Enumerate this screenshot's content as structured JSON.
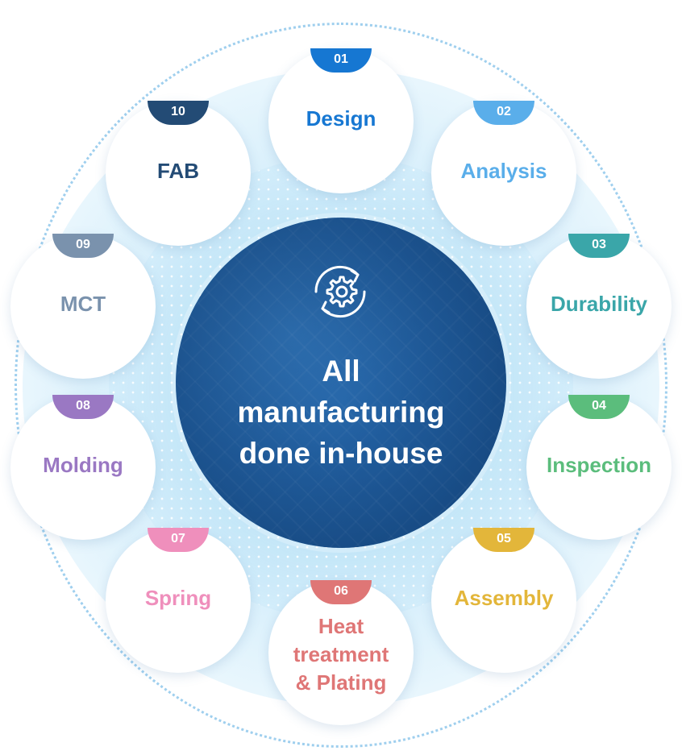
{
  "center": {
    "title": "All\nmanufacturing\ndone in-house",
    "icon": "gear-cycle-icon"
  },
  "steps": [
    {
      "number": "01",
      "label": "Design",
      "color": "#1677d2"
    },
    {
      "number": "02",
      "label": "Analysis",
      "color": "#5aaeea"
    },
    {
      "number": "03",
      "label": "Durability",
      "color": "#3aa6a9"
    },
    {
      "number": "04",
      "label": "Inspection",
      "color": "#5bbd7c"
    },
    {
      "number": "05",
      "label": "Assembly",
      "color": "#e3b63a"
    },
    {
      "number": "06",
      "label": "Heat\ntreatment\n& Plating",
      "color": "#df7676"
    },
    {
      "number": "07",
      "label": "Spring",
      "color": "#ef8fbc"
    },
    {
      "number": "08",
      "label": "Molding",
      "color": "#9a78c3"
    },
    {
      "number": "09",
      "label": "MCT",
      "color": "#7a92ad"
    },
    {
      "number": "10",
      "label": "FAB",
      "color": "#234b75"
    }
  ]
}
